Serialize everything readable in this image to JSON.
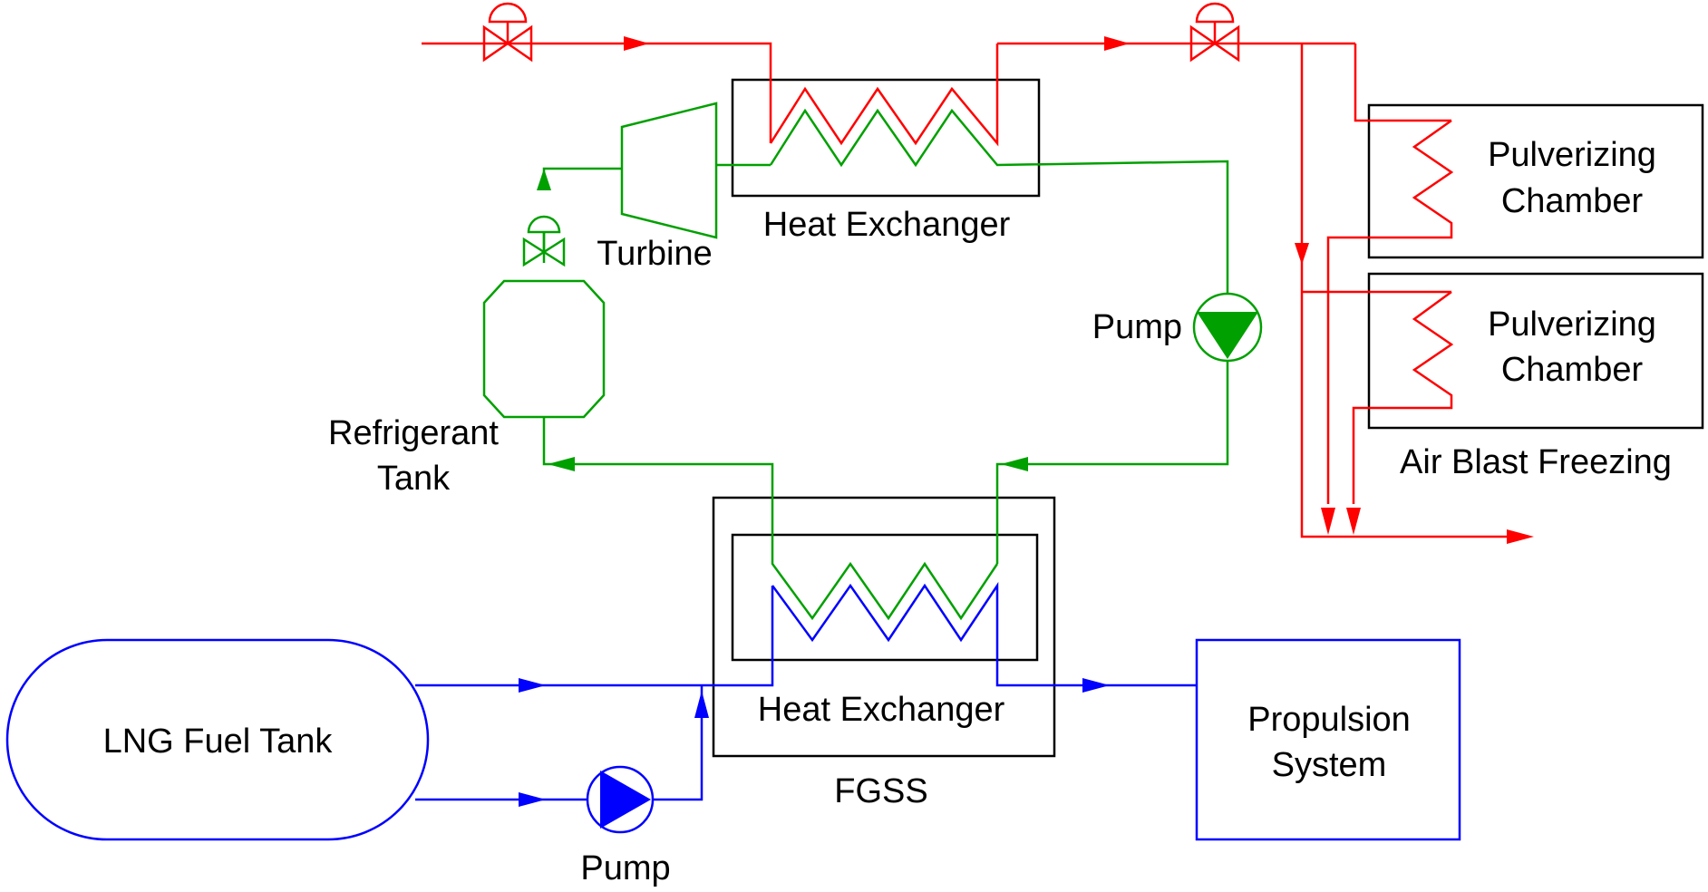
{
  "labels": {
    "heat_exchanger_top": "Heat Exchanger",
    "heat_exchanger_bottom": "Heat Exchanger",
    "turbine": "Turbine",
    "pump_refrigerant": "Pump",
    "refrigerant_tank_line1": "Refrigerant",
    "refrigerant_tank_line2": "Tank",
    "chamber1_line1": "Pulverizing",
    "chamber1_line2": "Chamber",
    "chamber2_line1": "Pulverizing",
    "chamber2_line2": "Chamber",
    "air_blast_freezing": "Air Blast Freezing",
    "lng_fuel_tank": "LNG Fuel Tank",
    "pump_lng": "Pump",
    "fgss": "FGSS",
    "propulsion_line1": "Propulsion",
    "propulsion_line2": "System"
  },
  "colors": {
    "air_loop": "#ff0000",
    "refrigerant_loop": "#00a000",
    "lng_loop": "#0000ff",
    "outline": "#000000"
  },
  "icons": {
    "valve": "control-valve-icon",
    "pump": "pump-icon",
    "turbine": "turbine-icon",
    "tank": "tank-icon",
    "flow_arrow": "arrowhead-icon"
  }
}
